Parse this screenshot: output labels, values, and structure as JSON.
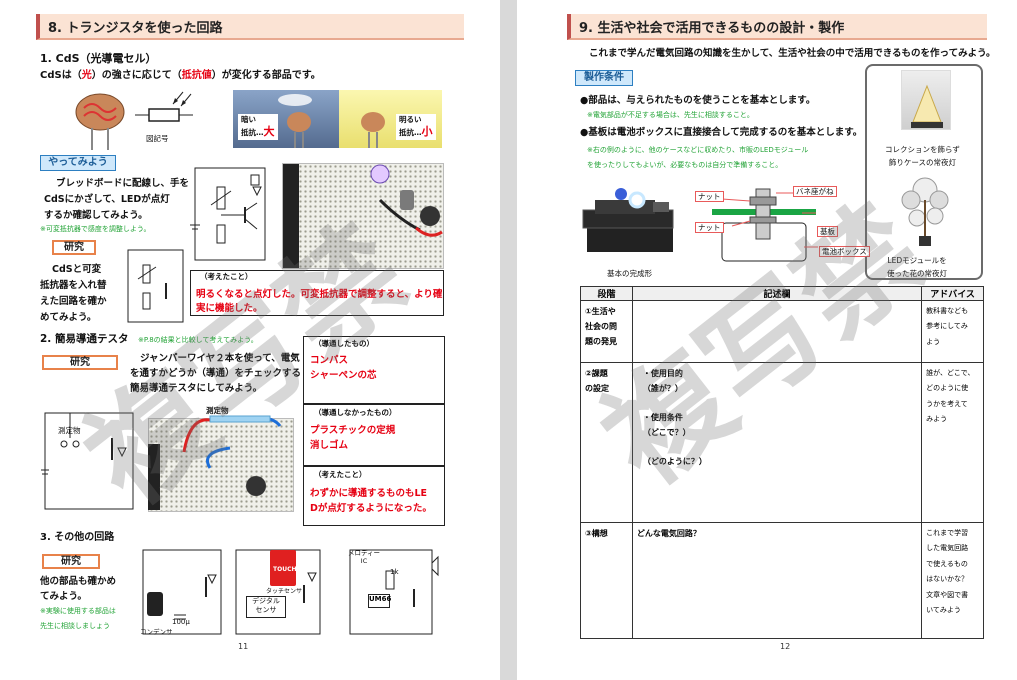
{
  "left": {
    "section_title": "8. トランジスタを使った回路",
    "s1_heading": "1. CdS（光導電セル）",
    "s1_text_a": "CdSは（",
    "s1_ans1": "光",
    "s1_text_b": "）の強さに応じて（",
    "s1_ans2": "抵抗値",
    "s1_text_c": "）が変化する部品です。",
    "symbol_label": "図記号",
    "dark_l1": "暗い",
    "dark_l2": "抵抗…",
    "dark_big": "大",
    "bright_l1": "明るい",
    "bright_l2": "抵抗…",
    "bright_small": "小",
    "try_tag": "やってみよう",
    "try_lines": [
      "ブレッドボードに配線し、手を",
      "CdSにかざして、LEDが点灯",
      "するか確認してみよう。"
    ],
    "try_note": "※可変抵抗器で感度を調整しよう。",
    "research_tag": "研究",
    "research_lines": [
      "CdSと可変",
      "抵抗器を入れ替",
      "えた回路を確か",
      "めてみよう。"
    ],
    "think_label": "（考えたこと）",
    "think_ans": [
      "明るくなると点灯した。可変抵抗器で調整すると、より確",
      "実に機能した。"
    ],
    "s2_heading": "2. 簡易導通テスタ",
    "s2_note": "※P.8の結果と比較して考えてみよう。",
    "s2_tag": "研究",
    "s2_lines": [
      "ジャンパーワイヤ２本を使って、電気",
      "を通すかどうか（導通）をチェックする",
      "簡易導通テスタにしてみよう。"
    ],
    "conduct_label": "（導通したもの）",
    "conduct_items": [
      "コンパス",
      "シャーペンの芯"
    ],
    "nonconduct_label": "（導通しなかったもの）",
    "nonconduct_items": [
      "プラスチックの定規",
      "消しゴム"
    ],
    "think2_label": "（考えたこと）",
    "think2_ans": [
      "わずかに導通するものもLE",
      "Dが点灯するようになった。"
    ],
    "measured": "測定物",
    "measured2": "測定物",
    "s3_heading": "3. その他の回路",
    "s3_tag": "研究",
    "s3_lines": [
      "他の部品も確かめ",
      "てみよう。"
    ],
    "s3_note": [
      "※実験に使用する部品は",
      "先生に相談しましょう"
    ],
    "capacitor": "コンデンサ",
    "cap_value": "100μ",
    "touch_sensor": "タッチセンサ",
    "touch": "TOUCH",
    "digital_sensor_1": "デジタル",
    "digital_sensor_2": "センサ",
    "melody_ic": "メロディー\nIC",
    "um66": "UM66",
    "res_1k": "1k",
    "page_number": "11"
  },
  "right": {
    "section_title": "9. 生活や社会で活用できるものの設計・製作",
    "intro": "これまで学んだ電気回路の知識を生かして、生活や社会の中で活用できるものを作ってみよう。",
    "cond_tag": "製作条件",
    "cond1": "●部品は、与えられたものを使うことを基本とします。",
    "cond1_note": "※電気部品が不足する場合は、先生に相談すること。",
    "cond2": "●基板は電池ボックスに直接接合して完成するのを基本とします。",
    "cond2_note": [
      "※右の例のように、他のケースなどに収めたり、市販のLEDモジュール",
      "を使ったりしてもよいが、必要なものは自分で準備すること。"
    ],
    "photo_caption_1": [
      "コレクションを飾らず",
      "飾りケースの常夜灯"
    ],
    "photo_caption_2": [
      "LEDモジュールを",
      "使った花の常夜灯"
    ],
    "basic_caption": "基本の完成形",
    "labels": {
      "nut1": "ナット",
      "washer": "バネ座がね",
      "nut2": "ナット",
      "board": "基板",
      "battery": "電池ボックス"
    },
    "table_headers": [
      "段階",
      "記述欄",
      "アドバイス"
    ],
    "rows": [
      {
        "stage": [
          "①生活や",
          "社会の問",
          "題の発見"
        ],
        "content": [],
        "advice": [
          "教科書なども",
          "参考にしてみ",
          "よう"
        ]
      },
      {
        "stage": [
          "②課題",
          "の設定"
        ],
        "content": [
          "・使用目的",
          "（誰が？）",
          "",
          "・使用条件",
          "（どこで？）",
          "",
          "（どのように？）"
        ],
        "advice": [
          "誰が、どこで、",
          "どのように使",
          "うかを考えて",
          "みよう"
        ]
      },
      {
        "stage": [
          "③構想"
        ],
        "content": [
          "どんな電気回路？"
        ],
        "advice": [
          "これまで学習",
          "した電気回路",
          "で使えるもの",
          "はないかな？",
          "文章や図で書",
          "いてみよう"
        ]
      }
    ],
    "page_number": "12"
  },
  "watermark_left": "複写禁",
  "watermark_right": "複写禁"
}
